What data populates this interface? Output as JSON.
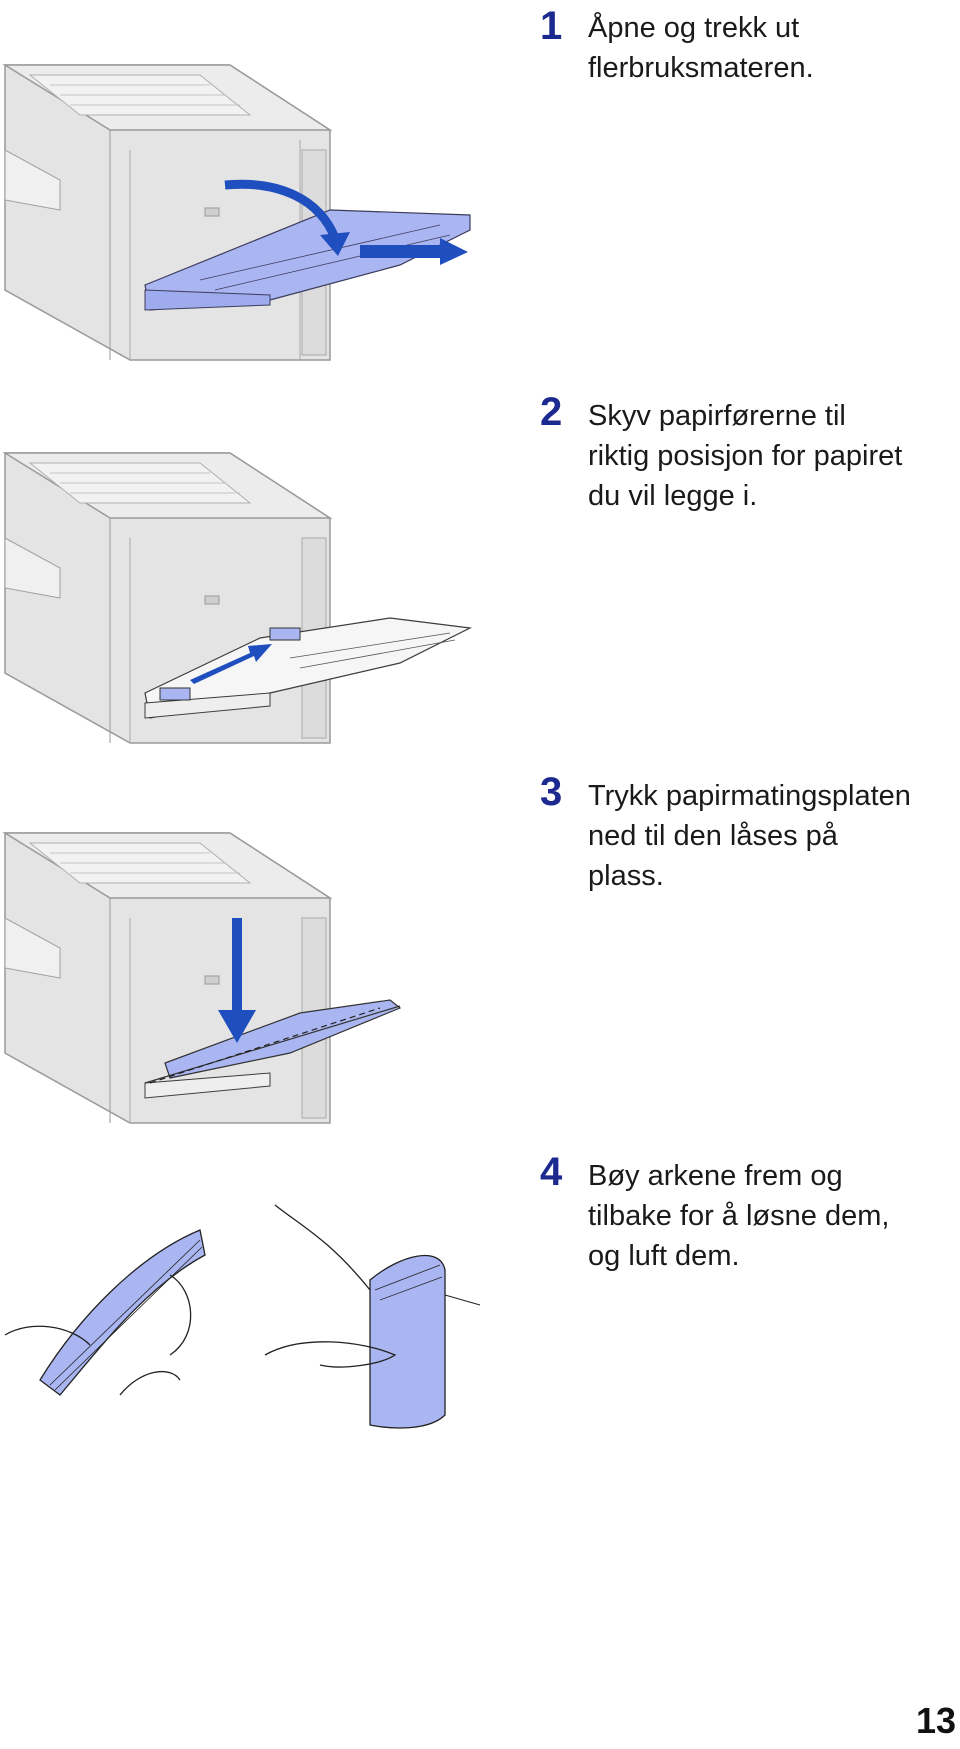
{
  "steps": [
    {
      "number": "1",
      "text": "Åpne og trekk ut\nflerbruksmateren."
    },
    {
      "number": "2",
      "text": "Skyv papirførerne til\nriktig posisjon for papiret\ndu vil legge i."
    },
    {
      "number": "3",
      "text": "Trykk papirmatingsplaten\nned til den låses på\nplass."
    },
    {
      "number": "4",
      "text": "Bøy arkene frem og\ntilbake for å løsne dem,\nog luft dem."
    }
  ],
  "page_number": "13",
  "colors": {
    "step_number": "#1c2a8f",
    "accent_blue": "#a9b6f2",
    "arrow_blue": "#1f4fbf",
    "printer_gray": "#e2e2e2"
  }
}
